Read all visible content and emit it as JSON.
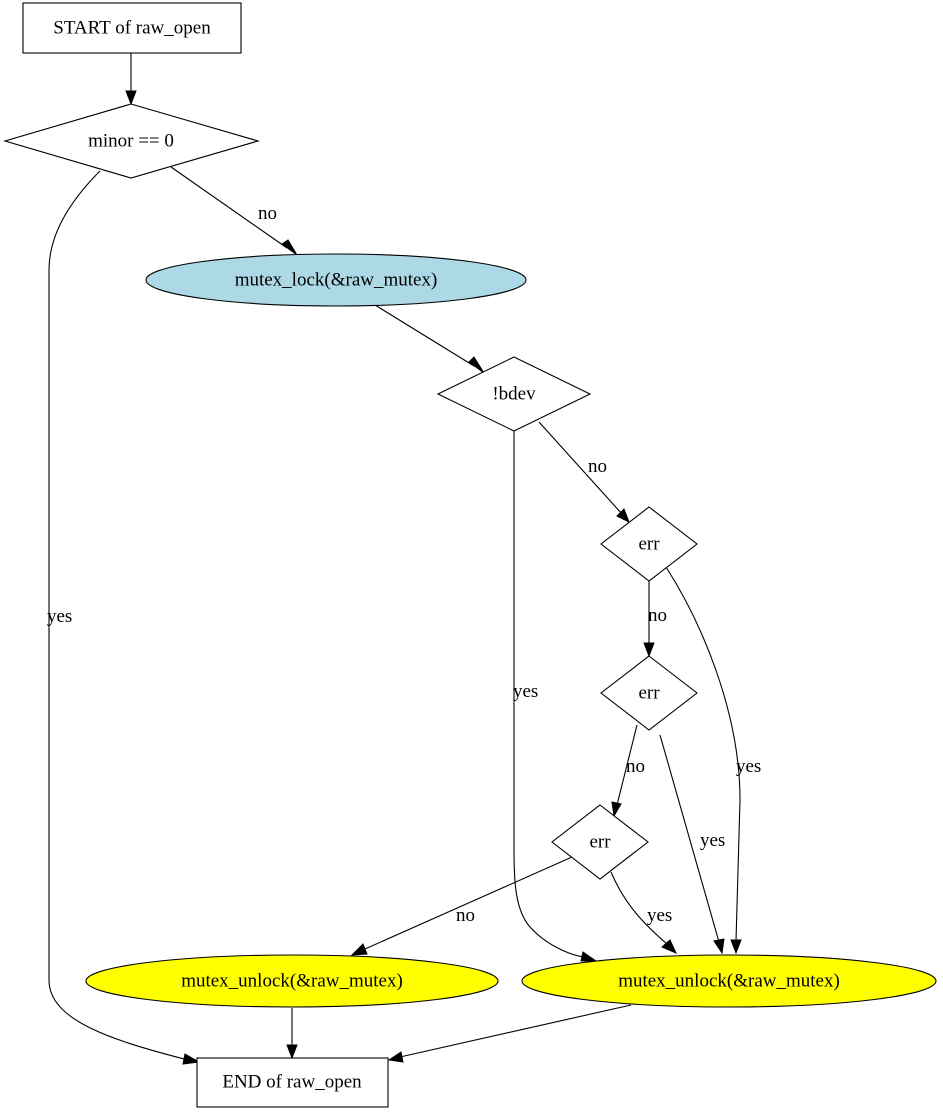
{
  "diagram": {
    "nodes": {
      "start": {
        "label": "START of raw_open",
        "shape": "box"
      },
      "minor_check": {
        "label": "minor == 0",
        "shape": "diamond"
      },
      "mutex_lock": {
        "label": "mutex_lock(&raw_mutex)",
        "shape": "ellipse",
        "fill": "#add8e6"
      },
      "bdev_check": {
        "label": "!bdev",
        "shape": "diamond"
      },
      "err_check_1": {
        "label": "err",
        "shape": "diamond"
      },
      "err_check_2": {
        "label": "err",
        "shape": "diamond"
      },
      "err_check_3": {
        "label": "err",
        "shape": "diamond"
      },
      "mutex_unlock_left": {
        "label": "mutex_unlock(&raw_mutex)",
        "shape": "ellipse",
        "fill": "#ffff00"
      },
      "mutex_unlock_right": {
        "label": "mutex_unlock(&raw_mutex)",
        "shape": "ellipse",
        "fill": "#ffff00"
      },
      "end": {
        "label": "END of raw_open",
        "shape": "box"
      }
    },
    "edges": [
      {
        "from": "start",
        "to": "minor_check",
        "label": ""
      },
      {
        "from": "minor_check",
        "to": "mutex_lock",
        "label": "no"
      },
      {
        "from": "minor_check",
        "to": "end",
        "label": "yes"
      },
      {
        "from": "mutex_lock",
        "to": "bdev_check",
        "label": ""
      },
      {
        "from": "bdev_check",
        "to": "err_check_1",
        "label": "no"
      },
      {
        "from": "bdev_check",
        "to": "mutex_unlock_right",
        "label": "yes"
      },
      {
        "from": "err_check_1",
        "to": "err_check_2",
        "label": "no"
      },
      {
        "from": "err_check_1",
        "to": "mutex_unlock_right",
        "label": "yes"
      },
      {
        "from": "err_check_2",
        "to": "err_check_3",
        "label": "no"
      },
      {
        "from": "err_check_2",
        "to": "mutex_unlock_right",
        "label": "yes"
      },
      {
        "from": "err_check_3",
        "to": "mutex_unlock_left",
        "label": "no"
      },
      {
        "from": "err_check_3",
        "to": "mutex_unlock_right",
        "label": "yes"
      },
      {
        "from": "mutex_unlock_left",
        "to": "end",
        "label": ""
      },
      {
        "from": "mutex_unlock_right",
        "to": "end",
        "label": ""
      }
    ]
  }
}
